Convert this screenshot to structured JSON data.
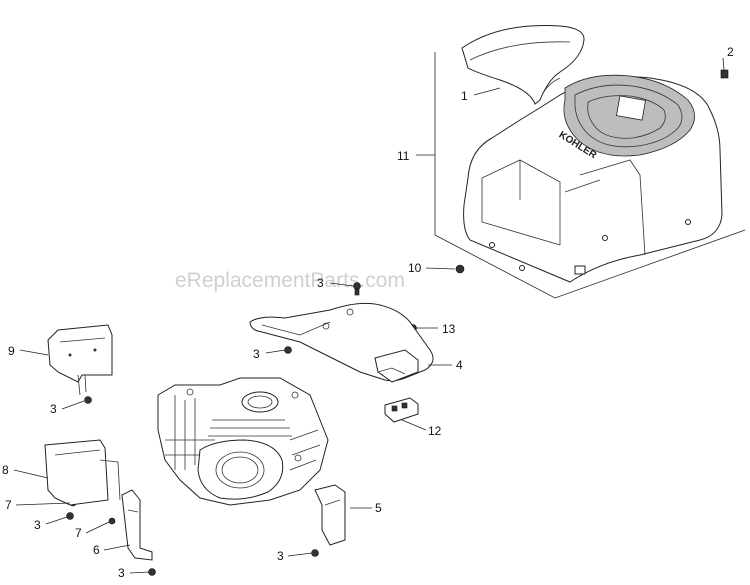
{
  "watermark": "eReplacementParts.com",
  "logo_text": "KOHLER",
  "callouts": [
    {
      "id": "c1",
      "label": "1"
    },
    {
      "id": "c2",
      "label": "2"
    },
    {
      "id": "c11",
      "label": "11"
    },
    {
      "id": "c10",
      "label": "10"
    },
    {
      "id": "c3a",
      "label": "3"
    },
    {
      "id": "c13",
      "label": "13"
    },
    {
      "id": "c9",
      "label": "9"
    },
    {
      "id": "c3b",
      "label": "3"
    },
    {
      "id": "c4",
      "label": "4"
    },
    {
      "id": "c3c",
      "label": "3"
    },
    {
      "id": "c12",
      "label": "12"
    },
    {
      "id": "c8",
      "label": "8"
    },
    {
      "id": "c7a",
      "label": "7"
    },
    {
      "id": "c3d",
      "label": "3"
    },
    {
      "id": "c7b",
      "label": "7"
    },
    {
      "id": "c6",
      "label": "6"
    },
    {
      "id": "c3e",
      "label": "3"
    },
    {
      "id": "c5",
      "label": "5"
    },
    {
      "id": "c3f",
      "label": "3"
    }
  ]
}
